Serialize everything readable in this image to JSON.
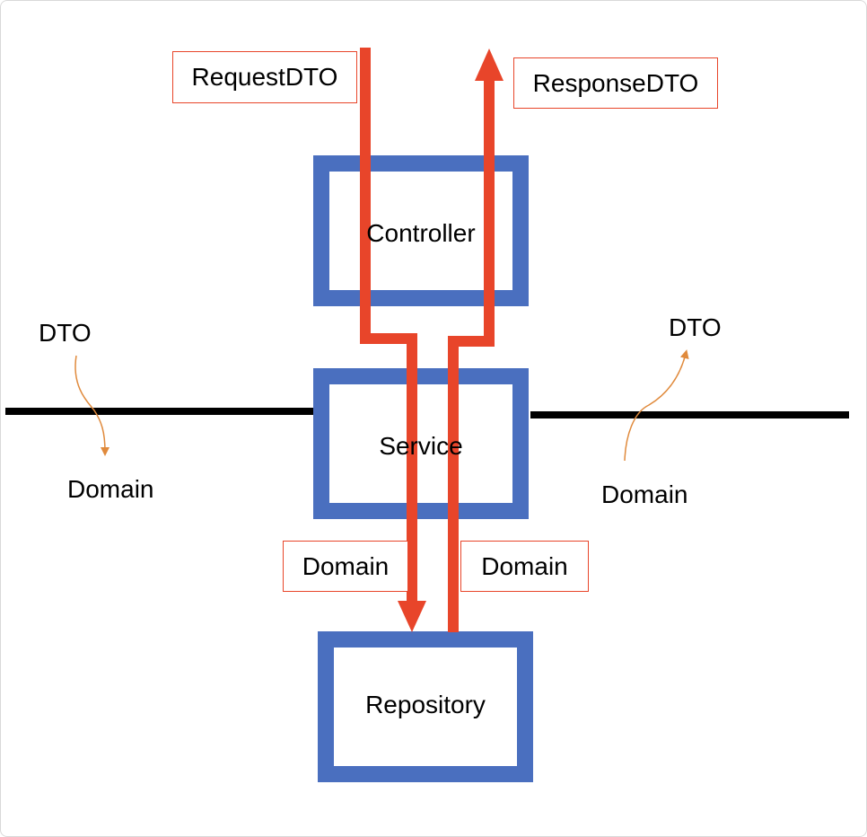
{
  "colors": {
    "layer_border": "#4a6fbf",
    "flow_arrow": "#e8452a",
    "conversion_arrow": "#e08a3c",
    "boundary_line": "#000000"
  },
  "layers": {
    "controller": "Controller",
    "service": "Service",
    "repository": "Repository"
  },
  "flow_labels": {
    "request": "RequestDTO",
    "response": "ResponseDTO",
    "domain_down": "Domain",
    "domain_up": "Domain"
  },
  "conversion_left": {
    "from": "DTO",
    "to": "Domain"
  },
  "conversion_right": {
    "from": "Domain",
    "to": "DTO"
  }
}
